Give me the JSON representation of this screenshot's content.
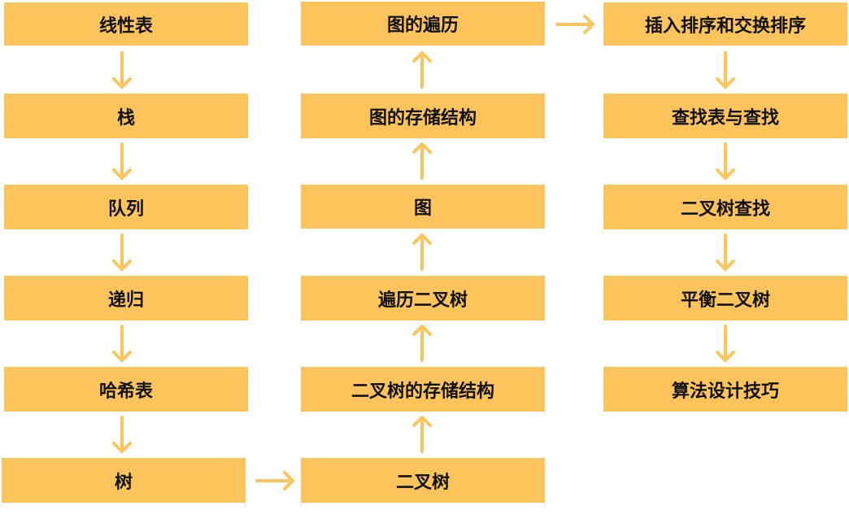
{
  "colors": {
    "box_fill": "#fcc45a",
    "arrow": "#fcc45a",
    "text": "#111111"
  },
  "columns": {
    "col1": [
      "线性表",
      "栈",
      "队列",
      "递归",
      "哈希表",
      "树"
    ],
    "col2": [
      "图的遍历",
      "图的存储结构",
      "图",
      "遍历二叉树",
      "二叉树的存储结构",
      "二叉树"
    ],
    "col3": [
      "插入排序和交换排序",
      "查找表与查找",
      "二叉树查找",
      "平衡二叉树",
      "算法设计技巧"
    ]
  }
}
